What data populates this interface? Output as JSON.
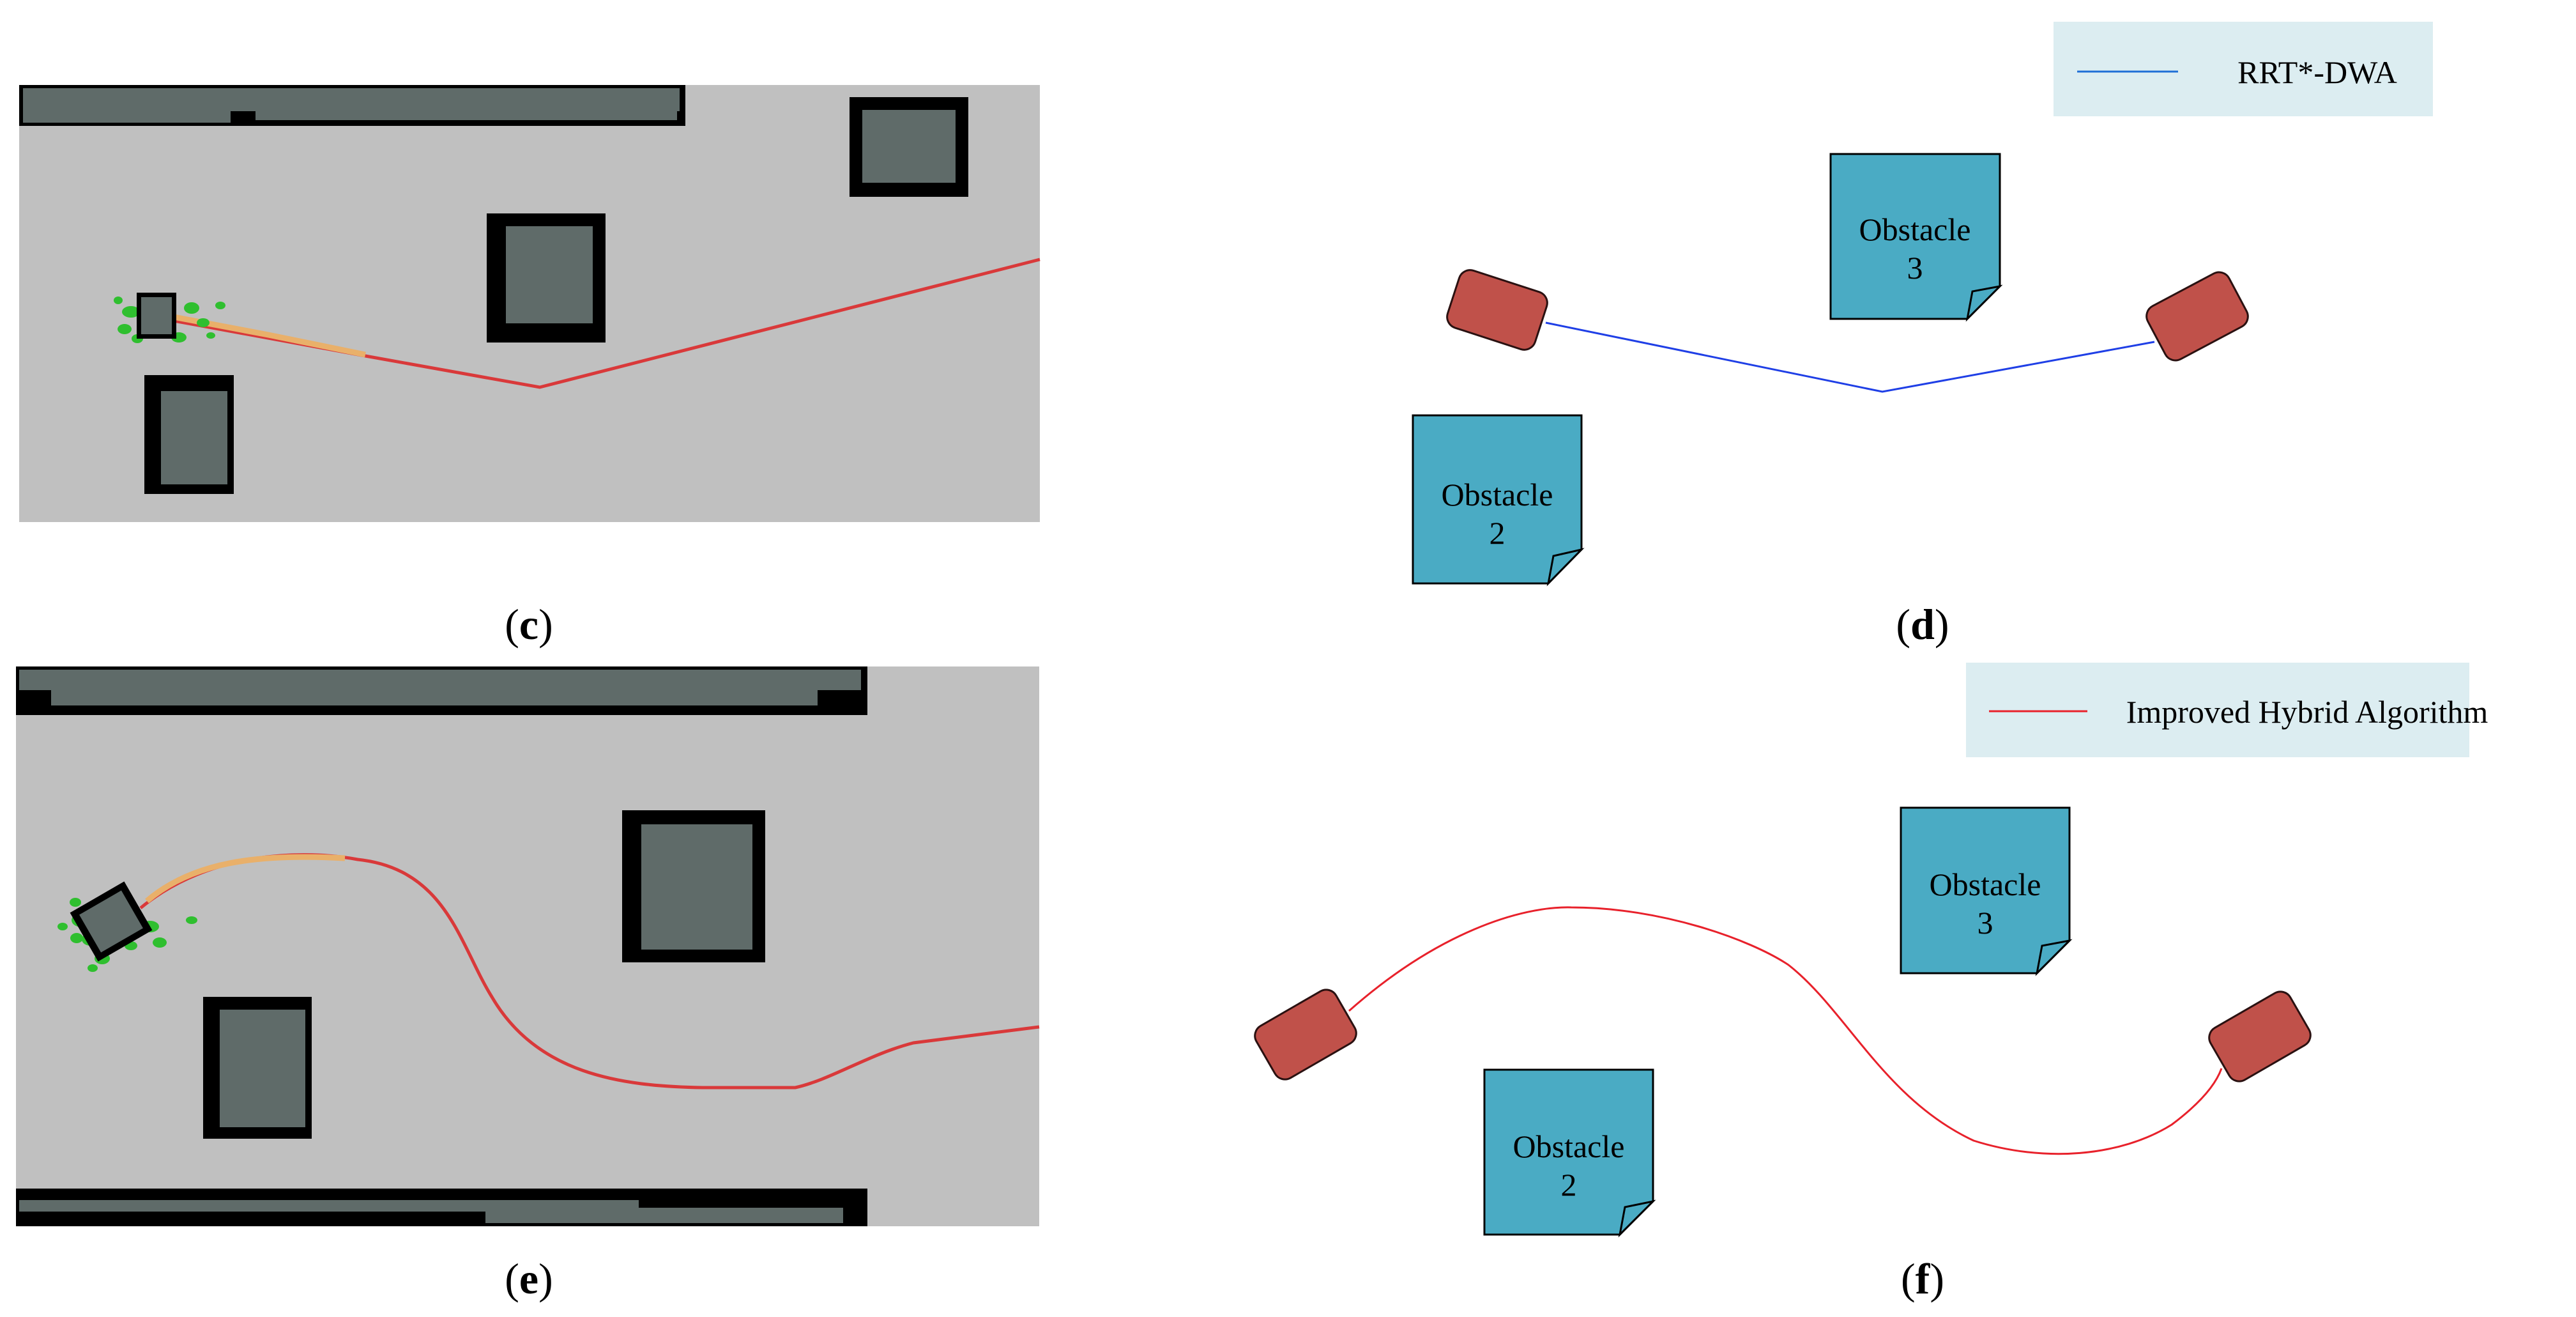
{
  "panels": {
    "c": {
      "caption": "c"
    },
    "d": {
      "caption": "d",
      "legend": {
        "label": "RRT*-DWA",
        "line_color": "#1f6fd6"
      },
      "obstacles": [
        {
          "name": "Obstacle",
          "number": "3"
        },
        {
          "name": "Obstacle",
          "number": "2"
        }
      ]
    },
    "e": {
      "caption": "e"
    },
    "f": {
      "caption": "f",
      "legend": {
        "label": "Improved Hybrid Algorithm",
        "line_color": "#e8212b"
      },
      "obstacles": [
        {
          "name": "Obstacle",
          "number": "3"
        },
        {
          "name": "Obstacle",
          "number": "2"
        }
      ]
    }
  },
  "colors": {
    "map_background": "#c0c0c0",
    "map_obstacle_fill": "#5f6b69",
    "map_obstacle_border": "#000000",
    "map_path": "#d9393a",
    "map_local_path": "#e9b06a",
    "map_particles": "#2fbf2f",
    "legend_background": "#dcedf1",
    "diagram_obstacle": "#4aabc4",
    "vehicle": "#c0514a",
    "vehicle_outline": "#2a1111"
  }
}
